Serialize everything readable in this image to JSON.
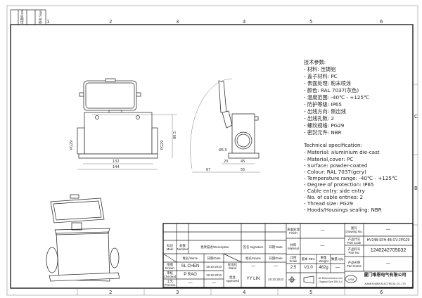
{
  "frame": {
    "columns": [
      "1",
      "2",
      "3",
      "4",
      "5",
      "6"
    ],
    "rows": [
      "C",
      "B"
    ],
    "side_strip": [
      "日期/Date",
      "签名 Sign"
    ]
  },
  "specs_cn": {
    "title": "技术参数:",
    "items": [
      "- 材料: 压铸铝",
      "- 盖子材料: PC",
      "- 表面处理: 粉末喷涂",
      "- 颜色: RAL 7037(灰色)",
      "- 温度范围: -40℃ - +125℃",
      "- 防护等级: IP65",
      "- 出线方向: 侧出线",
      "- 出线孔数: 2",
      "- 螺纹规格: PG29",
      "- 密封元件: NBR"
    ]
  },
  "specs_en": {
    "title": "Technical specification:",
    "items": [
      "- Material: aluminium die-cast",
      "- Material,cover: PC",
      "- Surface: powder-coated",
      "- Colour: RAL 7037(gery)",
      "- Temperature range: -40℃ - +125℃",
      "- Degree of protection: IP65",
      "- Cable entry: side entry",
      "- No. of cable entries: 2",
      "- Thread size: PG29",
      "- Hoods/Housings sealing: NBR"
    ]
  },
  "dimensions": {
    "front_height": "80.5",
    "inner_width": "132",
    "overall_width": "144",
    "thread_left": "PG29",
    "thread_right": "PG29",
    "side_offset": "67",
    "side_a": "20",
    "side_b": "45",
    "side_base": "55",
    "hole": "Ø5.5"
  },
  "title_block": {
    "mark": "标记 Mark",
    "number": "处数 Number",
    "description": "更改描述/Description",
    "signature": "签名 Signature",
    "date": "日期 Date",
    "name_header": "姓名/Name",
    "date_header": "日期/Date",
    "drawn_label": "绘图 Drawn",
    "drawn_name": "SL CHEN",
    "drawn_date": "18.10.2010",
    "checked_label": "审核 Checked",
    "checked_name": "P RAO",
    "checked_date": "18.10.2010",
    "process_label": "工艺 Process",
    "process_name": "—",
    "process_date": "—",
    "stand_label": "标准化 Stand",
    "stand_name": "—",
    "stand_date": "—",
    "approved_label": "批准 Approved",
    "approved_name": "YY LIN",
    "approved_date": "18.10.2010",
    "finish_label": "表面处理 Finish",
    "finish_value": "—",
    "material_label": "材料 Material",
    "material_value": "—",
    "scale_label": "比例 Scale",
    "scale_value": "2:5",
    "rev_label": "版本 REV.",
    "rev_value": "V1.0",
    "weight_label": "重量 Weight",
    "weight_value": "482g",
    "qty_label": "数量 Qty.",
    "qty_value": "—",
    "dims_note": "All Dimensions in mm",
    "size_note": "Original Size DIN A 4",
    "drawing_no_label": "图号 Drawing No.",
    "drawing_no_value": "—",
    "part_code_label": "产品代号 Part Code",
    "part_code_value": "HV24B-SFH-4B-CV-2PG29",
    "part_no_label": "产品料号 Part No.",
    "part_no_value": "1240242705032",
    "part_name_label": "产品名称 Part Name",
    "part_name_value": "—",
    "logo_text": "XSM",
    "company_cn": "厦门唯恩电气有限公司",
    "company_en": "XIAMEN WAIN ELECTRICAL CO.,LTD"
  }
}
